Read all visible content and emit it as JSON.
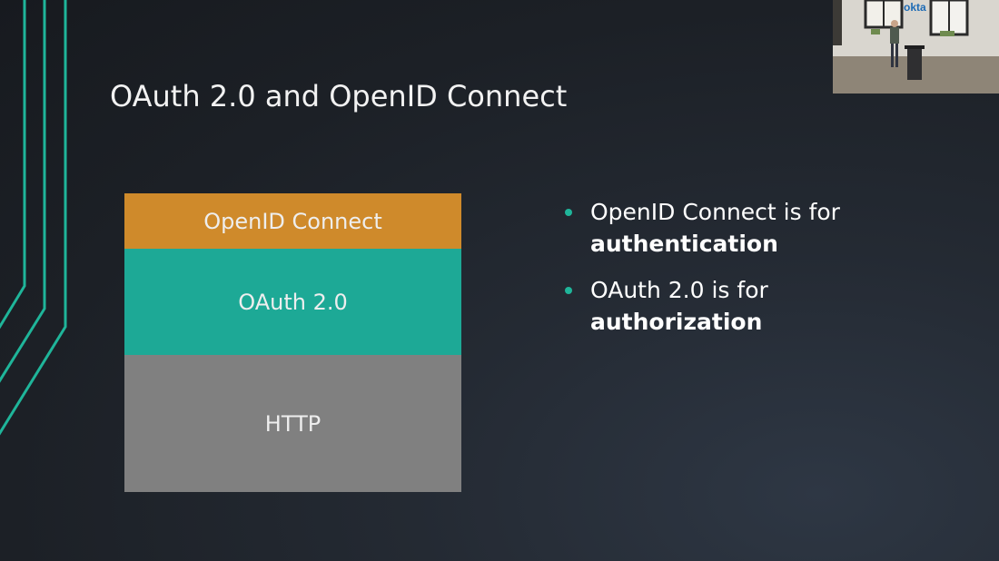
{
  "slide": {
    "title": "OAuth 2.0 and OpenID Connect"
  },
  "stack": {
    "layers": [
      {
        "label": "OpenID Connect",
        "color": "#cf8a2b"
      },
      {
        "label": "OAuth 2.0",
        "color": "#1da996"
      },
      {
        "label": "HTTP",
        "color": "#808080"
      }
    ]
  },
  "bullets": [
    {
      "text": "OpenID Connect is for",
      "emphasis": "authentication"
    },
    {
      "text": "OAuth 2.0 is for",
      "emphasis": "authorization"
    }
  ],
  "colors": {
    "accent": "#1fb59a",
    "text": "#ffffff"
  },
  "video": {
    "logo_text": "okta"
  }
}
